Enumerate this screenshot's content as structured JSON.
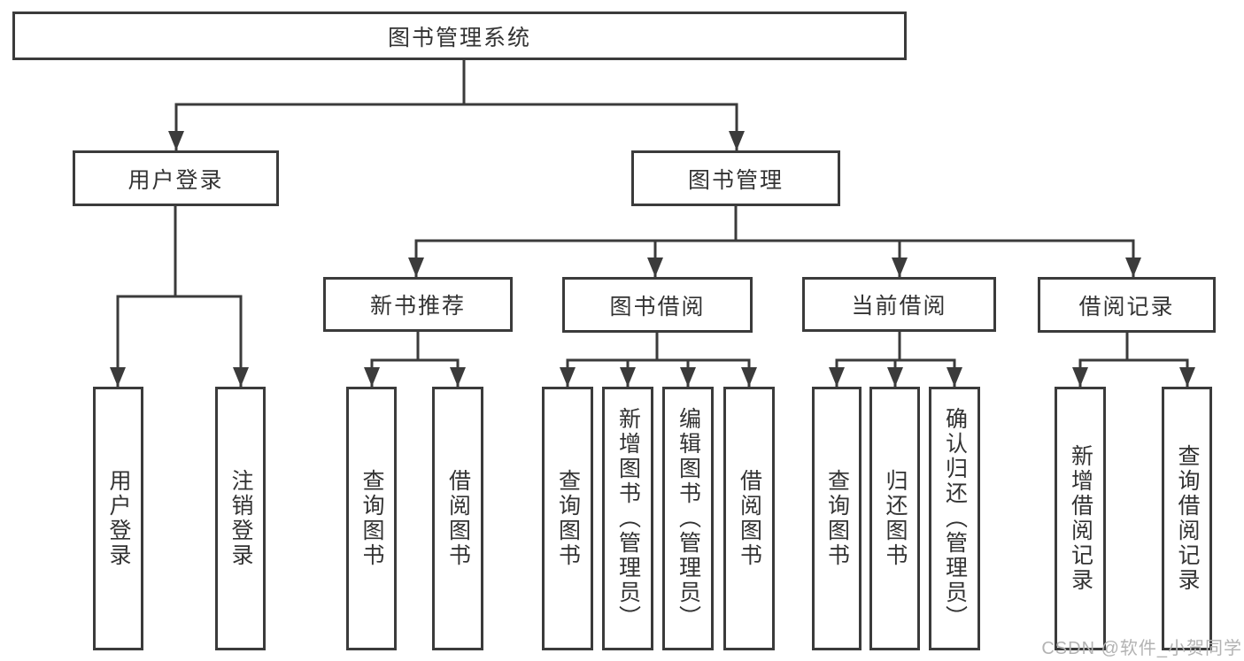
{
  "diagram": {
    "root": {
      "label": "图书管理系统"
    },
    "login_branch": {
      "label": "用户登录",
      "children": [
        {
          "label": "用户登录"
        },
        {
          "label": "注销登录"
        }
      ]
    },
    "mgmt_branch": {
      "label": "图书管理",
      "groups": [
        {
          "label": "新书推荐",
          "children": [
            {
              "label": "查询图书"
            },
            {
              "label": "借阅图书"
            }
          ]
        },
        {
          "label": "图书借阅",
          "children": [
            {
              "label": "查询图书"
            },
            {
              "label": "新增图书（管理员）"
            },
            {
              "label": "编辑图书（管理员）"
            },
            {
              "label": "借阅图书"
            }
          ]
        },
        {
          "label": "当前借阅",
          "children": [
            {
              "label": "查询图书"
            },
            {
              "label": "归还图书"
            },
            {
              "label": "确认归还（管理员）"
            }
          ]
        },
        {
          "label": "借阅记录",
          "children": [
            {
              "label": "新增借阅记录"
            },
            {
              "label": "查询借阅记录"
            }
          ]
        }
      ]
    },
    "watermark": "CSDN @软件_小贺同学"
  },
  "colors": {
    "line": "#3b3b3b",
    "text": "#333333",
    "background": "#ffffff",
    "watermark": "#b3b3b3"
  }
}
